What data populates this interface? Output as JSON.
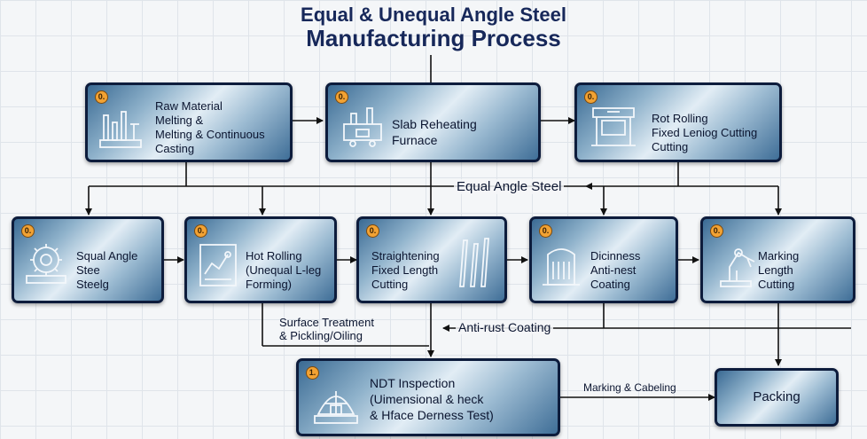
{
  "title": {
    "line1": "Equal & Unequal Angle Steel",
    "line2": "Manufacturing Process"
  },
  "nodes": {
    "raw_material": {
      "badge": "0.",
      "lines": [
        "Raw Material",
        "Melting &",
        "Melting & Continuous",
        "Casting"
      ],
      "icon": "factory-icon"
    },
    "slab_reheating": {
      "badge": "0.",
      "lines": [
        "Slab Reheating",
        "Furnace"
      ],
      "icon": "furnace-icon"
    },
    "hot_rolling_top": {
      "badge": "0.",
      "lines": [
        "Rot Rolling",
        "Fixed Leniog Cutting",
        "Cutting"
      ],
      "icon": "rolling-mill-icon"
    },
    "equal_angle": {
      "badge": "0.",
      "lines": [
        "Squal Angle",
        "Stee",
        "Steelg"
      ],
      "icon": "gear-roller-icon"
    },
    "hot_rolling_unequal": {
      "badge": "0.",
      "lines": [
        "Hot Rolling",
        "(Unequal L-leg",
        "Forming)"
      ],
      "icon": "forming-chart-icon"
    },
    "straightening": {
      "badge": "0.",
      "lines": [
        "Straightening",
        "Fixed Length",
        "Cutting"
      ],
      "icon": "steel-bars-icon"
    },
    "coating": {
      "badge": "0.",
      "lines": [
        "Dicinness",
        "Anti-nest",
        "Coating"
      ],
      "icon": "tank-icon"
    },
    "marking": {
      "badge": "0.",
      "lines": [
        "Marking",
        "Length",
        "Cutting"
      ],
      "icon": "robot-arm-icon"
    },
    "ndt": {
      "badge": "1.",
      "lines": [
        "NDT Inspection",
        "(Uimensional & heck",
        "& Hface Derness Test)"
      ],
      "icon": "inspection-dome-icon"
    },
    "packing": {
      "lines": [
        "Packing"
      ]
    }
  },
  "edge_labels": {
    "equal_angle_steel": "Equal Angle Steel",
    "surface_treatment": [
      "Surface Treatment",
      "& Pickling/Oiling"
    ],
    "anti_rust": "Anti-rust Coating",
    "marking_cabeling": "Marking & Cabeling"
  },
  "colors": {
    "box_border": "#0d1c3c",
    "title": "#17285a",
    "badge": "#f2a233",
    "wire": "#111111"
  }
}
